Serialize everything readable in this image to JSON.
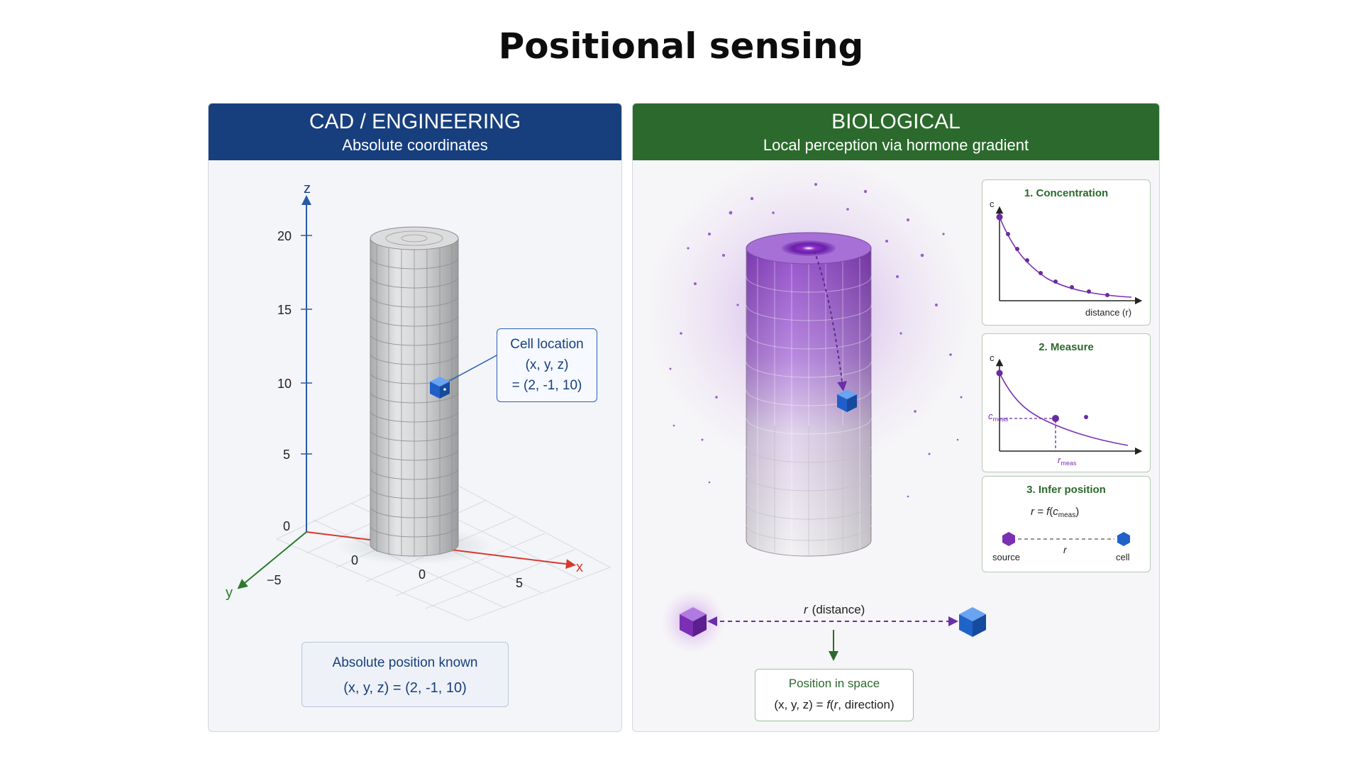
{
  "title": "Positional sensing",
  "left_panel": {
    "title": "CAD / ENGINEERING",
    "subtitle": "Absolute coordinates",
    "axes": {
      "z_label": "z",
      "x_label": "x",
      "y_label": "y",
      "z_ticks": [
        "20",
        "15",
        "10",
        "5",
        "0"
      ],
      "x_ticks": [
        "0",
        "5"
      ],
      "y_ticks": [
        "0",
        "−5"
      ]
    },
    "cell_callout": {
      "line1": "Cell location",
      "line2": "(x, y, z)",
      "line3": "= (2, -1, 10)"
    },
    "absolute_box": {
      "line1": "Absolute position known",
      "line2": "(x, y, z) = (2, -1, 10)"
    }
  },
  "right_panel": {
    "title": "BIOLOGICAL",
    "subtitle": "Local perception via hormone gradient",
    "steps": [
      {
        "title": "1. Concentration",
        "y_axis": "c",
        "x_axis": "distance (r)"
      },
      {
        "title": "2. Measure",
        "y_axis": "c",
        "c_meas": "c",
        "r_meas": "r",
        "sub": "meas"
      },
      {
        "title": "3. Infer position",
        "formula_lhs": "r = ",
        "formula_f": "f",
        "formula_c": "c",
        "formula_sub": "meas",
        "source_label": "source",
        "cell_label": "cell",
        "r_label": "r"
      }
    ],
    "distance_label": {
      "r": "r",
      "text": "(distance)"
    },
    "position_box": {
      "line1": "Position in space",
      "lhs": "(x, y, z) = ",
      "f": "f",
      "args_r": "r",
      "args_rest": ", direction)"
    }
  },
  "colors": {
    "cad_header": "#173f7e",
    "bio_header": "#2b6a2c",
    "hormone_purple": "#7b2fb5",
    "cell_blue": "#1f63c9",
    "x_axis": "#d63a2f",
    "y_axis": "#2c7a2c",
    "z_axis": "#2a5aa6"
  }
}
